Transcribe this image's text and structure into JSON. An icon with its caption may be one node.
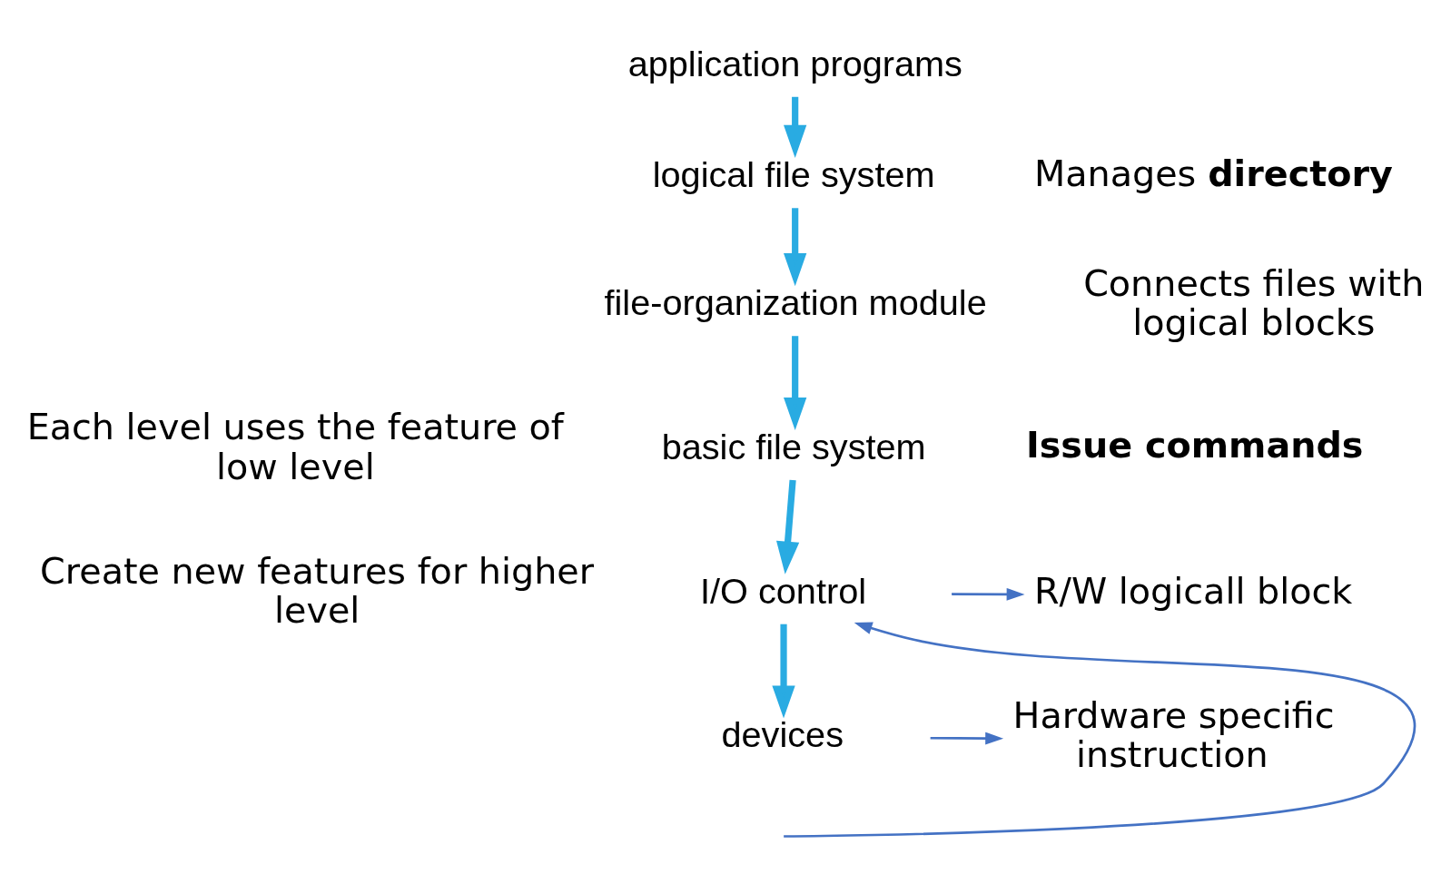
{
  "diagram": {
    "nodes": [
      {
        "text": [
          "application programs"
        ]
      },
      {
        "text": [
          "logical file system"
        ],
        "beside": [
          "Manages **directory**"
        ]
      },
      {
        "text": [
          "file-organization module"
        ],
        "beside": [
          "Connects files with logical blocks"
        ]
      },
      {
        "text": [
          "basic file system"
        ],
        "beside": [
          "Issue commands"
        ]
      },
      {
        "text": [
          "I/O control"
        ]
      },
      {
        "text": [
          "devices"
        ]
      },
      {
        "text": [
          "R/W logicall block"
        ]
      },
      {
        "text": [
          "Hardware specific instruction"
        ]
      }
    ],
    "edges": [
      {
        "from": 0,
        "to": 1,
        "arrow": "to"
      },
      {
        "from": 1,
        "to": 2,
        "arrow": "to"
      },
      {
        "from": 2,
        "to": 3,
        "arrow": "to"
      },
      {
        "from": 3,
        "to": 4,
        "arrow": "to"
      },
      {
        "from": 4,
        "to": 5,
        "arrow": "to"
      },
      {
        "from": null,
        "to": 6,
        "arrow": "to",
        "color": "#4472c4"
      },
      {
        "from": null,
        "to": 7,
        "arrow": "to",
        "color": "#4472c4"
      },
      {
        "from": null,
        "to": 4,
        "arrow": "to",
        "color": "#4472c4"
      }
    ],
    "labels": [
      "Each level uses the feature of low level",
      "Create new features for higher level"
    ]
  }
}
